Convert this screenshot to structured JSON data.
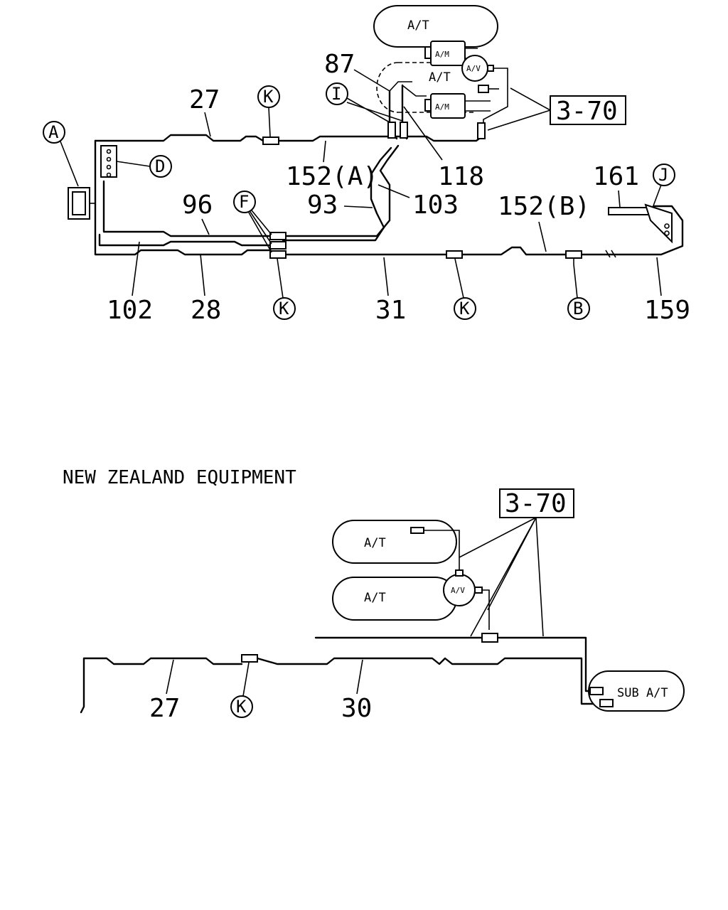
{
  "upper": {
    "tank_top": "A/T",
    "tank_mid": "A/T",
    "air_master_1": "A/M",
    "air_master_2": "A/M",
    "air_valve": "A/V",
    "ref_box": "3-70",
    "callouts": {
      "c_a": "A",
      "c_d": "D",
      "c_f": "F",
      "c_i": "I",
      "c_j": "J",
      "c_k_top": "K",
      "c_k_bl": "K",
      "c_k_bm": "K",
      "c_b": "B"
    },
    "part_numbers": {
      "p27": "27",
      "p87": "87",
      "p152a": "152(A)",
      "p118": "118",
      "p96": "96",
      "p93": "93",
      "p103": "103",
      "p152b": "152(B)",
      "p161": "161",
      "p102": "102",
      "p28": "28",
      "p31": "31",
      "p159": "159"
    }
  },
  "lower": {
    "title": "NEW ZEALAND EQUIPMENT",
    "tank_1": "A/T",
    "tank_2": "A/T",
    "air_valve": "A/V",
    "sub_tank": "SUB A/T",
    "ref_box": "3-70",
    "callouts": {
      "c_k": "K"
    },
    "part_numbers": {
      "p27": "27",
      "p30": "30"
    }
  }
}
